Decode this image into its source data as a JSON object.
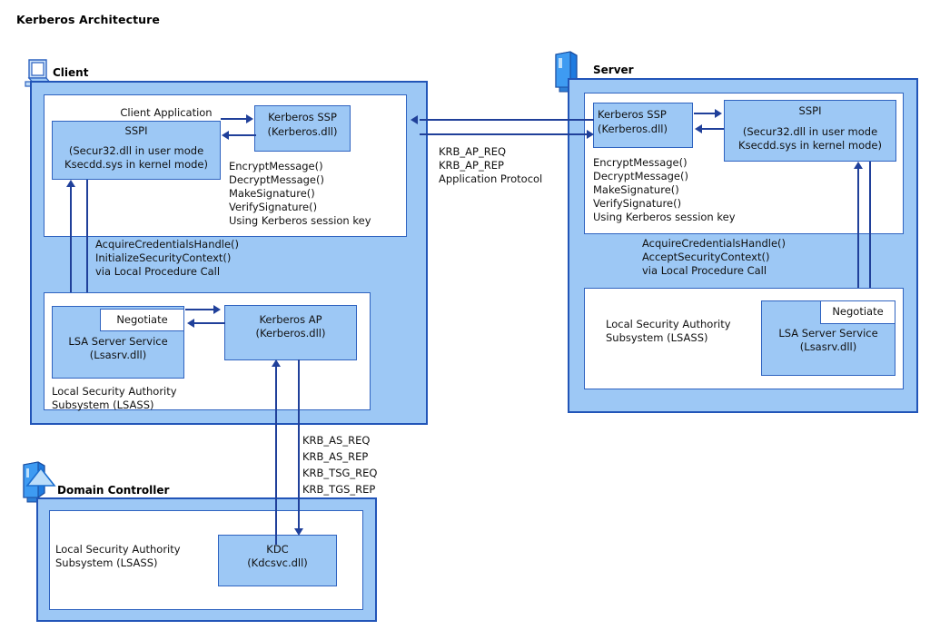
{
  "title": "Kerberos Architecture",
  "zones": {
    "client": {
      "label": "Client",
      "icon": "laptop-icon",
      "app_label": "Client Application",
      "sspi": {
        "line1": "SSPI",
        "line2": "(Secur32.dll in user mode",
        "line3": "Ksecdd.sys in kernel mode)"
      },
      "kerberos_ssp": {
        "line1": "Kerberos SSP",
        "line2": "(Kerberos.dll)"
      },
      "api_calls": [
        "EncryptMessage()",
        "DecryptMessage()",
        "MakeSignature()",
        "VerifySignature()",
        "Using Kerberos session key"
      ],
      "lpc_calls": [
        "AcquireCredentialsHandle()",
        "InitializeSecurityContext()",
        "via Local Procedure Call"
      ],
      "negotiate": "Negotiate",
      "lsa_server_service": {
        "line1": "LSA Server Service",
        "line2": "(Lsasrv.dll)"
      },
      "kerberos_ap": {
        "line1": "Kerberos AP",
        "line2": "(Kerberos.dll)"
      },
      "lsass_label": {
        "line1": "Local Security Authority",
        "line2": "Subsystem (LSASS)"
      }
    },
    "server": {
      "label": "Server",
      "icon": "server-icon",
      "kerberos_ssp": {
        "line1": "Kerberos SSP",
        "line2": "(Kerberos.dll)"
      },
      "sspi": {
        "line1": "SSPI",
        "line2": "(Secur32.dll in user mode",
        "line3": "Ksecdd.sys in kernel mode)"
      },
      "api_calls": [
        "EncryptMessage()",
        "DecryptMessage()",
        "MakeSignature()",
        "VerifySignature()",
        "Using Kerberos session key"
      ],
      "lpc_calls": [
        "AcquireCredentialsHandle()",
        "AcceptSecurityContext()",
        "via Local Procedure Call"
      ],
      "lsass_label": {
        "line1": "Local Security Authority",
        "line2": "Subsystem (LSASS)"
      },
      "negotiate": "Negotiate",
      "lsa_server_service": {
        "line1": "LSA Server Service",
        "line2": "(Lsasrv.dll)"
      }
    },
    "domain_controller": {
      "label": "Domain Controller",
      "icon": "domain-controller-icon",
      "lsass_label": {
        "line1": "Local Security Authority",
        "line2": "Subsystem (LSASS)"
      },
      "kdc": {
        "line1": "KDC",
        "line2": "(Kdcsvc.dll)"
      }
    }
  },
  "connectors": {
    "client_server": [
      "KRB_AP_REQ",
      "KRB_AP_REP",
      "Application Protocol"
    ],
    "client_dc": [
      "KRB_AS_REQ",
      "KRB_AS_REP",
      "KRB_TSG_REQ",
      "KRB_TGS_REP"
    ]
  },
  "colors": {
    "fill_blue": "#9DC8F5",
    "border_blue": "#2F63C0",
    "outer_border": "#2255B8",
    "arrow": "#20409A",
    "white": "#FFFFFF",
    "text": "#111111"
  }
}
